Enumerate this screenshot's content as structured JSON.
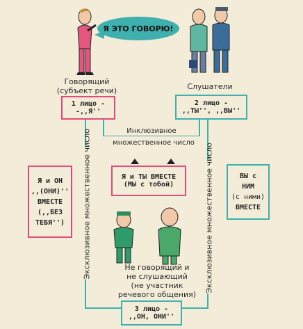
{
  "speech": "Я ЭТО ГОВОРЮ!",
  "speaker_label": [
    "Говорящий",
    "(субъект речи)"
  ],
  "listeners_label": "Слушатели",
  "first_person": [
    "1 лицо -",
    "-,,Я''"
  ],
  "second_person": [
    "2 лицо -",
    ",,ТЫ'', ,,ВЫ''"
  ],
  "inclusive_label": [
    "Инклюзивное",
    "множественное число"
  ],
  "we_together": [
    "Я и ТЫ ВМЕСТЕ",
    "(МЫ с тобой)"
  ],
  "me_and_him": [
    "Я и ОН",
    ",,(ОНИ)''",
    "ВМЕСТЕ",
    "(,,БЕЗ",
    "ТЕБЯ'')"
  ],
  "you_with_him": [
    "ВЫ с",
    "НИМ",
    "(с ними)",
    "ВМЕСТЕ"
  ],
  "exclusive_left": "Эксклюзивное множественное число",
  "exclusive_right": "Эксклюзивное множественное число",
  "third_party_label": [
    "Не говорящий и",
    "не слушающий",
    "(не участник",
    "речевого общения)"
  ],
  "third_person": [
    "3 лицо -",
    ",,ОН, ОНИ''"
  ],
  "colors": {
    "pink": "#e04b7c",
    "teal": "#3fb0ad",
    "green": "#4aa86a",
    "bubble": "#3fb0ad"
  }
}
